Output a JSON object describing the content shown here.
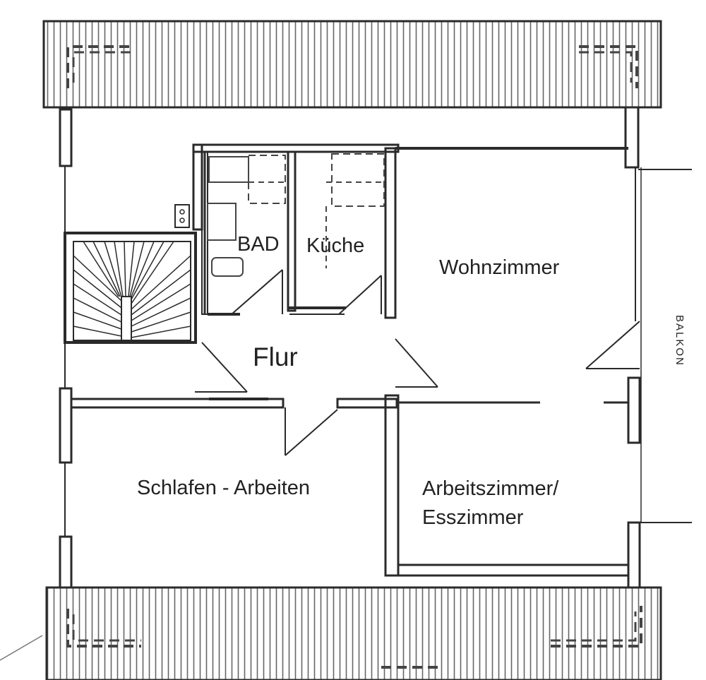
{
  "rooms": {
    "bad": "BAD",
    "kueche": "Küche",
    "wohnzimmer": "Wohnzimmer",
    "flur": "Flur",
    "schlafen": "Schlafen - Arbeiten",
    "arbeitszimmer_line1": "Arbeitszimmer/",
    "arbeitszimmer_line2": "Esszimmer"
  },
  "balkon": "BALKON",
  "colors": {
    "wall": "#2a2a2a",
    "line": "#4a4a4a",
    "dashed": "#555555",
    "background": "#ffffff"
  }
}
